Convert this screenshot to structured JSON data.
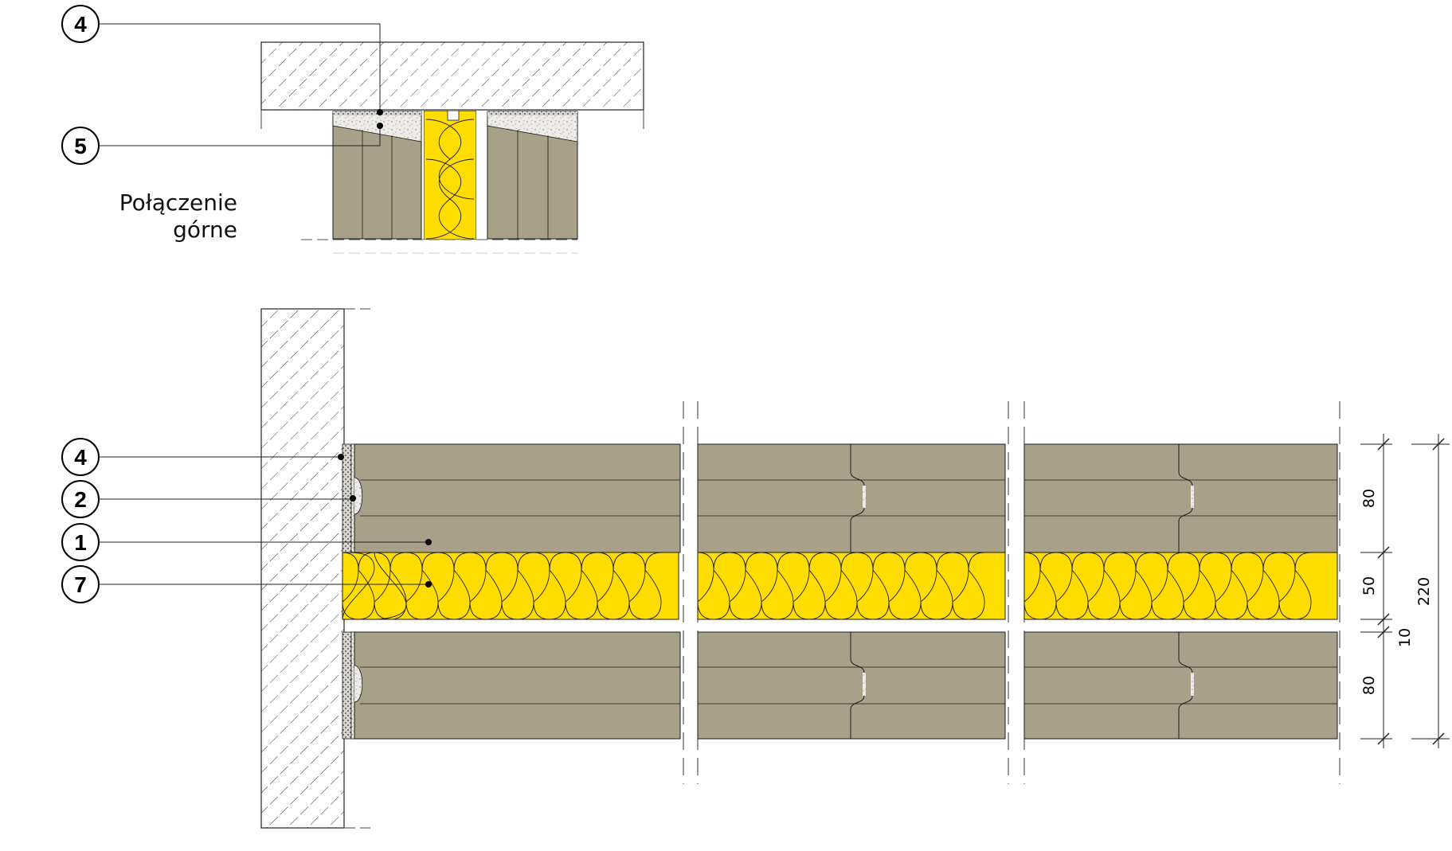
{
  "top_detail": {
    "caption_line1": "Połączenie",
    "caption_line2": "górne",
    "markers": [
      {
        "label": "4",
        "ref": "4"
      },
      {
        "label": "5",
        "ref": "5"
      }
    ]
  },
  "plan_detail": {
    "markers": [
      {
        "label": "4",
        "ref": "4"
      },
      {
        "label": "2",
        "ref": "2"
      },
      {
        "label": "1",
        "ref": "1"
      },
      {
        "label": "7",
        "ref": "7"
      }
    ],
    "dimensions": {
      "board_layer_top": "80",
      "insulation": "50",
      "air_gap": "10",
      "board_layer_bottom": "80",
      "overall": "220"
    }
  },
  "colors": {
    "board": "#a9a08a",
    "insulation": "#ffdd00",
    "line": "#1a1a1a",
    "filler": "#e9e7e2"
  }
}
